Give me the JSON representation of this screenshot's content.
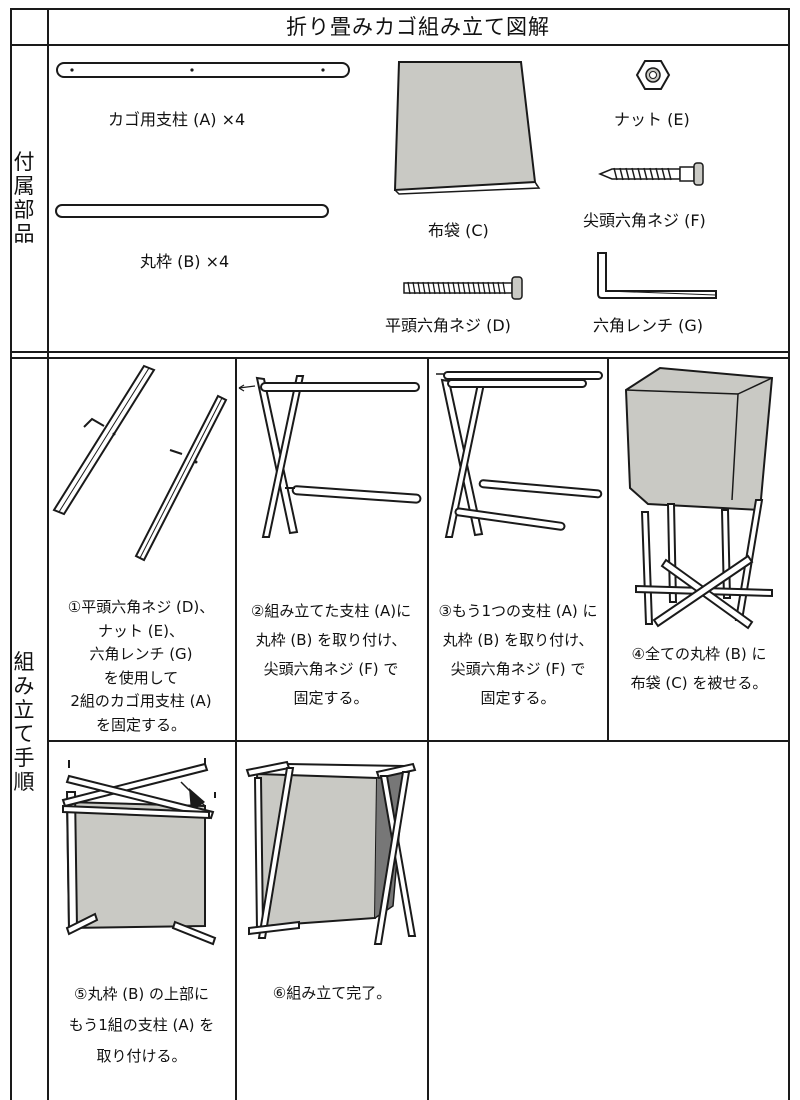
{
  "title": "折り畳みカゴ組み立て図解",
  "side_labels": {
    "parts": "付属部品",
    "steps": "組み立て手順"
  },
  "parts": {
    "a": "カゴ用支柱 (A) ×4",
    "b": "丸枠 (B) ×4",
    "c": "布袋 (C)",
    "d": "平頭六角ネジ (D)",
    "e": "ナット (E)",
    "f": "尖頭六角ネジ (F)",
    "g": "六角レンチ (G)"
  },
  "steps": [
    {
      "lines": [
        "①平頭六角ネジ (D)、",
        "ナット (E)、",
        "六角レンチ (G)",
        "を使用して",
        "2組のカゴ用支柱 (A)",
        "を固定する。"
      ]
    },
    {
      "lines": [
        "②組み立てた支柱 (A)に",
        "丸枠 (B) を取り付け、",
        "尖頭六角ネジ (F) で",
        "固定する。"
      ]
    },
    {
      "lines": [
        "③もう1つの支柱 (A) に",
        "丸枠 (B) を取り付け、",
        "尖頭六角ネジ (F) で",
        "固定する。"
      ]
    },
    {
      "lines": [
        "④全ての丸枠 (B) に",
        "布袋 (C) を被せる。"
      ]
    },
    {
      "lines": [
        "⑤丸枠 (B) の上部に",
        "もう1組の支柱 (A) を",
        "取り付ける。"
      ]
    },
    {
      "lines": [
        "⑥組み立て完了。"
      ]
    }
  ],
  "colors": {
    "fabric": "#c9c9c4",
    "line": "#1a1a1a"
  }
}
